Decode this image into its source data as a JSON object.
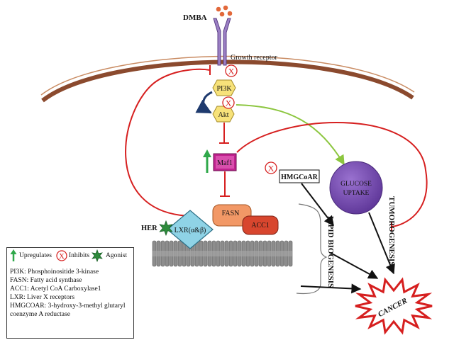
{
  "labels": {
    "dmba": "DMBA",
    "growth_receptor": "Growth receptor",
    "pi3k": "PI3K",
    "akt": "Akt",
    "maf1": "Maf1",
    "fasn": "FASN",
    "acc1": "ACC1",
    "lxr": "LXR(α&β)",
    "her": "HER",
    "hmgcoar": "HMGCoAR",
    "glucose": "GLUCOSE",
    "uptake": "UPTAKE",
    "lipid_biogenesis": "LIPID BIOGENESIS",
    "tumorogenesis": "TUMOROGENESIS",
    "cancer": "CANCER"
  },
  "legend": {
    "upregulates": "Upregulates",
    "inhibits": "Inhibits",
    "agonist": "Agonist",
    "abbreviations": [
      "PI3K: Phosphoinositide 3-kinase",
      "FASN: Fatty acid synthase",
      "ACC1: Acetyl CoA Carboxylase1",
      "LXR: Liver X receptors",
      "HMGCOAR: 3-hydroxy-3-methyl glutaryl",
      "coenzyme  A reductase"
    ]
  },
  "colors": {
    "membrane": "#8b4a2e",
    "receptor": "#9b7fc4",
    "dmba_dots": "#e2683a",
    "hexagon": "#f7e27a",
    "maf1": "#c0228e",
    "fasn": "#f29866",
    "acc1": "#d8462e",
    "lxr": "#8fd3e6",
    "glucose": "#7a4bb8",
    "star": "#2e8b3c",
    "inhibit": "#d61f1f",
    "activate": "#8cc63f",
    "up_arrow": "#2fa84a",
    "dna": "#8d8d8d"
  }
}
